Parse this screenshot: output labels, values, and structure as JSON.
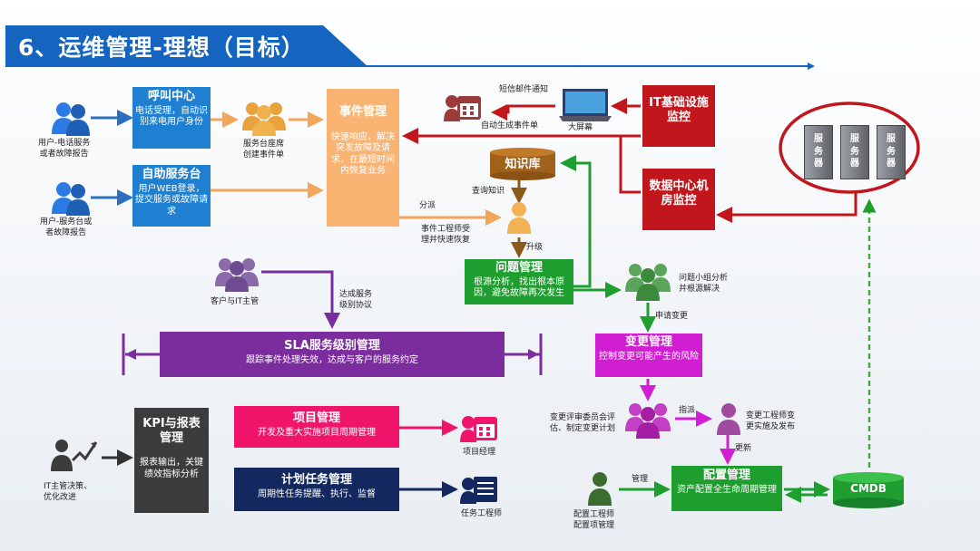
{
  "title": "6、运维管理-理想（目标）",
  "colors": {
    "blue": "#1f7fd1",
    "orange": "#f9b473",
    "darkred": "#c0161c",
    "green": "#1e9e2e",
    "purple": "#7b2d9e",
    "magenta": "#d21ed2",
    "pink": "#f0156a",
    "navy": "#12285e",
    "darkgray": "#3c3c3c",
    "darkgreen": "#3c6d2c",
    "brown": "#a0611a",
    "header": "#1565c0"
  },
  "boxes": {
    "call_center": {
      "title": "呼叫中心",
      "body": "电话受理，自动识别来电用户身份"
    },
    "self_service": {
      "title": "自助服务台",
      "body": "用户WEB登录，提交服务或故障请求"
    },
    "incident": {
      "title": "事件管理",
      "body": "快速响应，解决突发故障及请求，在最短时间内恢复业务"
    },
    "knowledge": {
      "title": "知识库"
    },
    "it_infra": {
      "title": "IT基础设施监控"
    },
    "datacenter": {
      "title": "数据中心机房监控"
    },
    "problem": {
      "title": "问题管理",
      "body": "根源分析，找出根本原因，避免故障再次发生"
    },
    "change": {
      "title": "变更管理",
      "body": "控制变更可能产生的风险"
    },
    "sla": {
      "title": "SLA服务级别管理",
      "body": "跟踪事件处理失效，达成与客户的服务约定"
    },
    "kpi": {
      "title": "KPI与报表管理",
      "body": "报表输出，关键绩效指标分析"
    },
    "project": {
      "title": "项目管理",
      "body": "开发及重大实施项目周期管理"
    },
    "plan_task": {
      "title": "计划任务管理",
      "body": "周期性任务提醒、执行、监督"
    },
    "config": {
      "title": "配置管理",
      "body": "资产配置全生命周期管理"
    },
    "cmdb": {
      "title": "CMDB"
    }
  },
  "servers": [
    "服务器",
    "服务器",
    "服务器"
  ],
  "labels": {
    "user_phone": "用户-电话服务\n或者故障报告",
    "user_desk": "用户-服务台或\n者故障报告",
    "desk_agent": "服务台座席\n创建事件单",
    "sms_notify": "短信邮件通知",
    "big_screen": "大屏幕",
    "auto_ticket": "自动生成事件单",
    "query_kb": "查询知识",
    "dispatch": "分派",
    "event_engineer": "事件工程师受\n理并快速恢复",
    "upgrade": "升级",
    "customer_it": "客户与IT主管",
    "sla_agree": "达成服务\n级别协议",
    "problem_group": "问题小组分析\n并根源解决",
    "apply_change": "申请变更",
    "cab": "变更评审委员会评\n估、制定变更计划",
    "assign": "指派",
    "change_engineer": "变更工程师变\n更实施及发布",
    "update": "更新",
    "manage": "管理",
    "config_engineer": "配置工程师\n配置项管理",
    "project_manager": "项目经理",
    "task_engineer": "任务工程师",
    "it_director": "IT主管决策、\n优化改进"
  }
}
